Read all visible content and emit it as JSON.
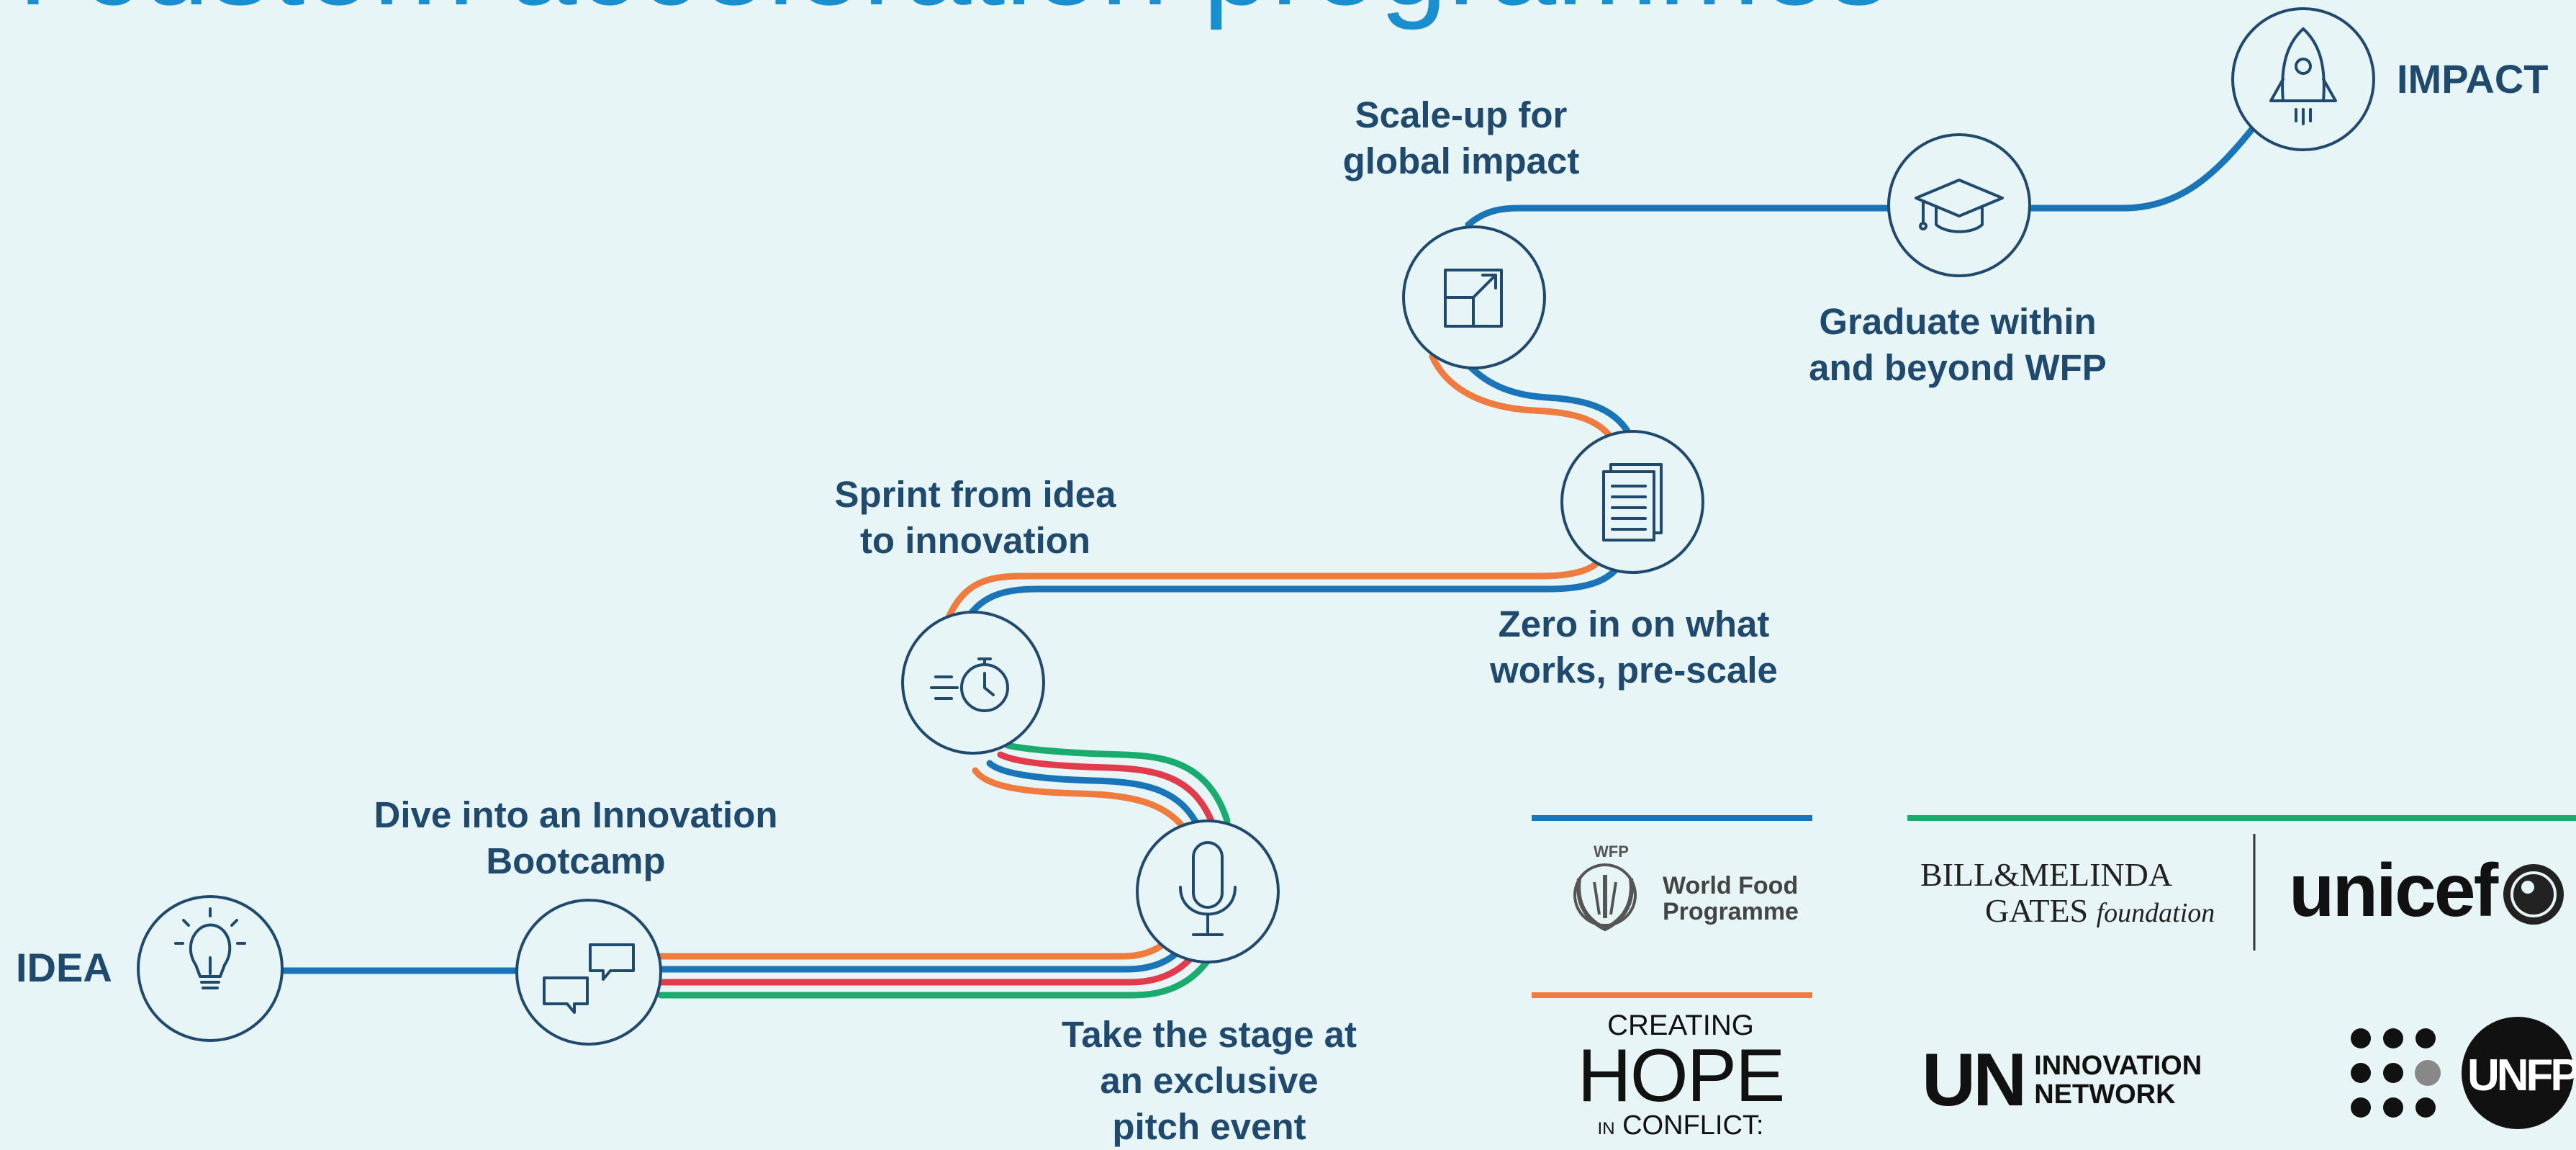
{
  "header": {
    "title_fragment": "n custom acceleration programmes"
  },
  "journey": {
    "start_label": "IDEA",
    "end_label": "IMPACT",
    "steps": [
      {
        "label": "Dive into an Innovation\nBootcamp",
        "icon": "chat-bubbles-icon"
      },
      {
        "label": "Take the stage at\nan exclusive\npitch event",
        "icon": "microphone-icon"
      },
      {
        "label": "Sprint from idea\nto innovation",
        "icon": "stopwatch-icon"
      },
      {
        "label": "Zero in on what\nworks, pre-scale",
        "icon": "document-icon"
      },
      {
        "label": "Scale-up for\nglobal impact",
        "icon": "expand-arrow-icon"
      },
      {
        "label": "Graduate within\nand beyond WFP",
        "icon": "graduation-cap-icon"
      }
    ],
    "start_icon": "lightbulb-icon",
    "end_icon": "rocket-icon",
    "line_colors": {
      "blue": "#1a75b8",
      "orange": "#ef7b3e",
      "red": "#e03c4b",
      "green": "#1aab6e"
    },
    "circle_stroke": "#1f4a6e"
  },
  "partners": {
    "wfp": {
      "name_line1": "World Food",
      "name_line2": "Programme",
      "emblem_text": "WFP"
    },
    "gates": {
      "line1": "BILL&MELINDA",
      "line2": "GATES",
      "line2_italic": "foundation"
    },
    "unicef": {
      "name": "unicef"
    },
    "hope": {
      "line1": "CREATING",
      "line2": "HOPE",
      "line3_small": "IN",
      "line3": "CONFLICT:"
    },
    "un_innovation": {
      "big": "UN",
      "line1": "INNOVATION",
      "line2": "NETWORK"
    },
    "unfpa": {
      "name": "UNFPA"
    }
  }
}
